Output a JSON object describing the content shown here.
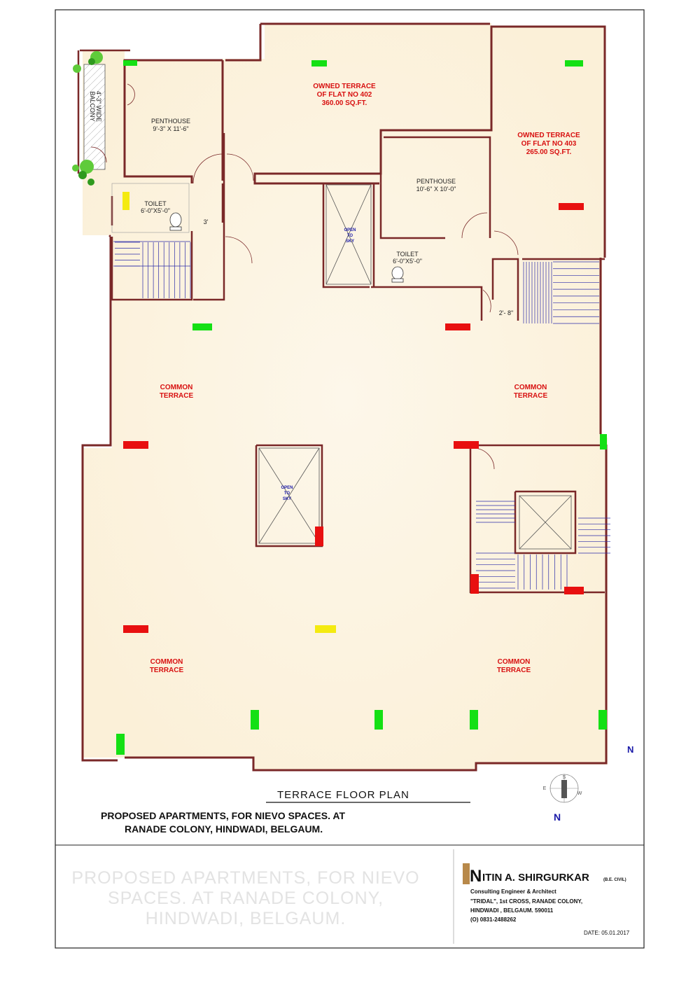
{
  "plan": {
    "title": "TERRACE FLOOR PLAN",
    "subtitle_line1": "PROPOSED APARTMENTS, FOR NIEVO SPACES. AT",
    "subtitle_line2": "RANADE COLONY, HINDWADI, BELGAUM.",
    "north_label": "N",
    "compass_label": "N",
    "compass_s": "S",
    "compass_e": "E",
    "compass_w": "W"
  },
  "rooms": {
    "owned_402": [
      "OWNED TERRACE",
      "OF FLAT NO 402",
      "360.00 SQ.FT."
    ],
    "owned_403": [
      "OWNED TERRACE",
      "OF FLAT NO 403",
      "265.00 SQ.FT."
    ],
    "penthouse_left": [
      "PENTHOUSE",
      "9'-3\" X 11'-6\""
    ],
    "penthouse_right": [
      "PENTHOUSE",
      "10'-6\" X 10'-0\""
    ],
    "toilet_left": [
      "TOILET",
      "6'-0\"X5'-0\""
    ],
    "toilet_right": [
      "TOILET",
      "6'-0\"X5'-0\""
    ],
    "balcony": [
      "4'-3\" WIDE",
      "BALCONY"
    ],
    "open_sky_top": [
      "OPEN",
      "TO",
      "SKY"
    ],
    "open_sky_center": [
      "OPEN",
      "TO",
      "SKY"
    ],
    "common_tl": [
      "COMMON",
      "TERRACE"
    ],
    "common_tr": [
      "COMMON",
      "TERRACE"
    ],
    "common_bl": [
      "COMMON",
      "TERRACE"
    ],
    "common_br": [
      "COMMON",
      "TERRACE"
    ],
    "dim_left": "3'",
    "dim_right": "2'- 8\""
  },
  "title_block": {
    "watermark": [
      "PROPOSED APARTMENTS, FOR NIEVO",
      "SPACES. AT RANADE COLONY,",
      "HINDWADI, BELGAUM."
    ],
    "firm_initial": "N",
    "firm_name": "ITIN A. SHIRGURKAR",
    "firm_degree": "(B.E. CIVIL)",
    "firm_lines": [
      "Consulting Engineer & Architect",
      "\"TRIDAL\", 1st CROSS, RANADE COLONY,",
      "HINDWADI , BELGAUM. 590011",
      "(O) 0831-2488262"
    ],
    "date": "DATE: 05.01.2017"
  },
  "colors": {
    "floor": "#fbf3e0",
    "wall": "#7a2828",
    "label_red": "#d81010",
    "marker_green": "#14e014",
    "marker_red": "#e81010",
    "marker_yellow": "#f4ea10",
    "stair_blue": "#2a2aa8"
  }
}
